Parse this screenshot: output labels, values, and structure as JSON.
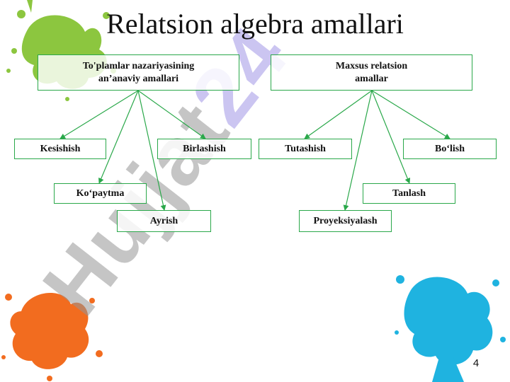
{
  "title": "Relatsion algebra amallari",
  "watermark": {
    "part1": "Hujjat",
    "part2": "24"
  },
  "groups": [
    {
      "label_line1": "To'plamlar nazariyasining",
      "label_line2": "an’anaviy amallari",
      "children": [
        "Kesishish",
        "Birlashish",
        "Ko‘paytma",
        "Ayrish"
      ]
    },
    {
      "label_line1": "Maxsus relatsion",
      "label_line2": "amallar",
      "children": [
        "Tutashish",
        "Bo‘lish",
        "Tanlash",
        "Proyeksiyalash"
      ]
    }
  ],
  "page_number": "4",
  "colors": {
    "box_border": "#2aa84a",
    "connector": "#2aa84a",
    "splash_green": "#8cc63f",
    "splash_orange": "#f26c1f",
    "splash_cyan": "#1fb3e0"
  }
}
